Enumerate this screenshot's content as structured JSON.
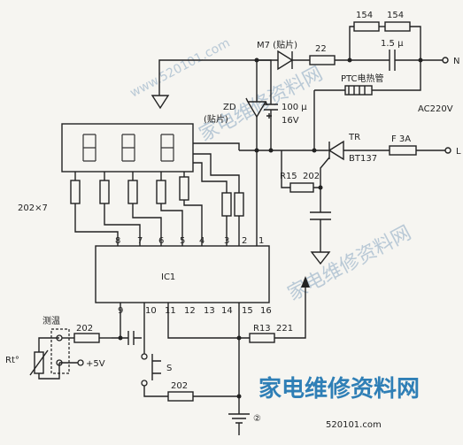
{
  "labels": {
    "r154a": "154",
    "r154b": "154",
    "c15u": "1.5 μ",
    "n_terminal": "N",
    "m7": "M7 (贴片)",
    "r22": "22",
    "ptc": "PTC电热管",
    "zd": "ZD",
    "zd_patch": "(贴片)",
    "c100u": "100 μ",
    "c16v": "16V",
    "ac220v": "AC220V",
    "tr": "TR",
    "bt137": "BT137",
    "fuse": "F 3A",
    "l_terminal": "L",
    "r15": "R15",
    "r202_r15": "202",
    "r202x7": "202×7",
    "ic1": "IC1",
    "r13": "R13",
    "r221": "221",
    "measure_temp": "测温",
    "rt": "Rt°",
    "r202_sensor": "202",
    "plus5v": "+5V",
    "switch_s": "S",
    "r202_switch": "202",
    "circle_num": "②"
  },
  "ic_pins": {
    "top": [
      "8",
      "7",
      "6",
      "5",
      "4",
      "3",
      "2",
      "1"
    ],
    "bottom": [
      "9",
      "10",
      "11",
      "12",
      "13",
      "14",
      "15",
      "16"
    ]
  },
  "watermark": {
    "brand": "家电维修资料网",
    "url": "520101.com",
    "url_bottom": "520101.com",
    "faint_a": "家电维修资料网",
    "faint_b": "www.520101.com"
  }
}
